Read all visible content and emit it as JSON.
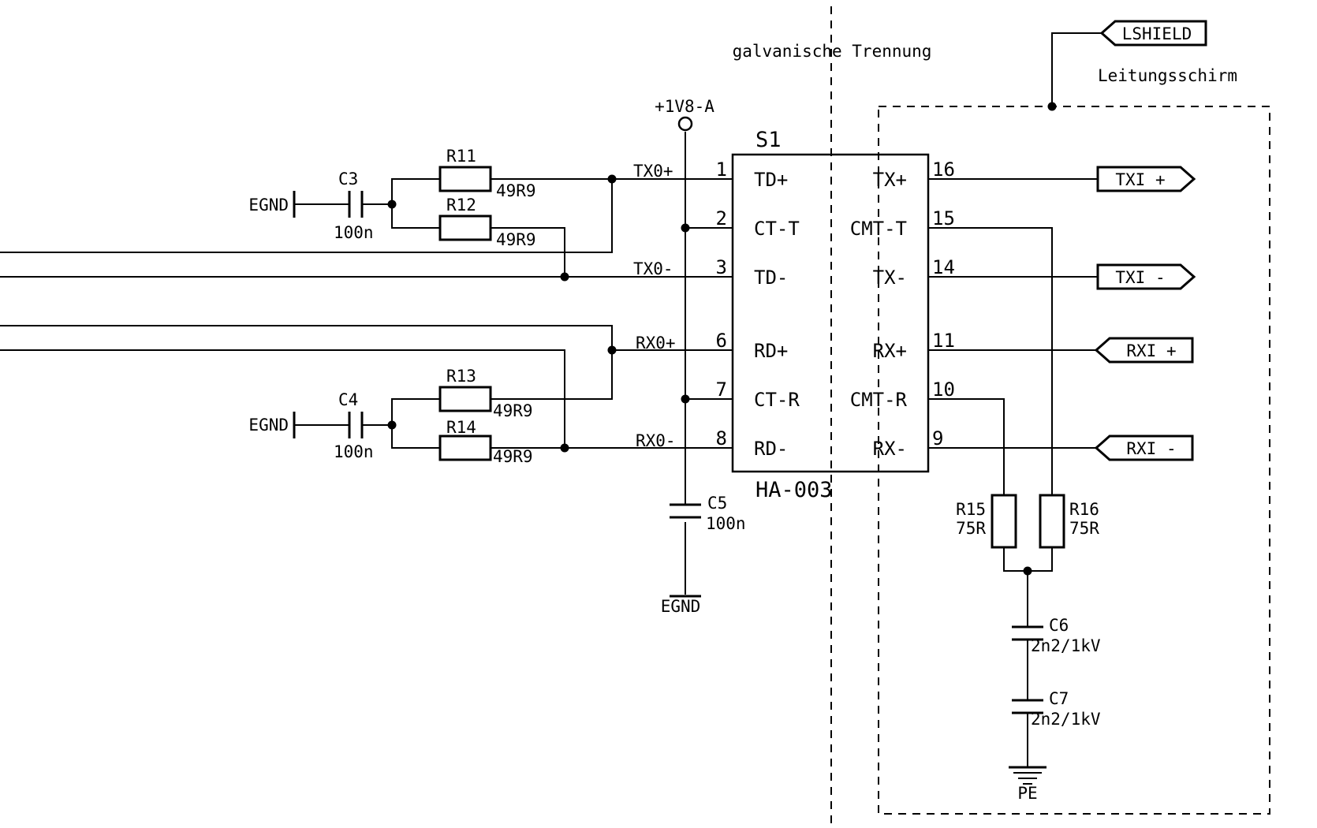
{
  "labels": {
    "galvanic": "galvanische Trennung",
    "shield_desc": "Leitungsschirm",
    "power": "+1V8-A",
    "egnd_c3": "EGND",
    "egnd_c4": "EGND",
    "egnd_bottom": "EGND",
    "pe": "PE"
  },
  "ic": {
    "ref": "S1",
    "part": "HA-003",
    "left_pins": [
      {
        "num": "1",
        "name": "TD+",
        "net": "TX0+"
      },
      {
        "num": "2",
        "name": "CT-T",
        "net": ""
      },
      {
        "num": "3",
        "name": "TD-",
        "net": "TX0-"
      },
      {
        "num": "6",
        "name": "RD+",
        "net": "RX0+"
      },
      {
        "num": "7",
        "name": "CT-R",
        "net": ""
      },
      {
        "num": "8",
        "name": "RD-",
        "net": "RX0-"
      }
    ],
    "right_pins": [
      {
        "num": "16",
        "name": "TX+"
      },
      {
        "num": "15",
        "name": "CMT-T"
      },
      {
        "num": "14",
        "name": "TX-"
      },
      {
        "num": "11",
        "name": "RX+"
      },
      {
        "num": "10",
        "name": "CMT-R"
      },
      {
        "num": "9",
        "name": "RX-"
      }
    ]
  },
  "components": {
    "R11": {
      "ref": "R11",
      "value": "49R9"
    },
    "R12": {
      "ref": "R12",
      "value": "49R9"
    },
    "R13": {
      "ref": "R13",
      "value": "49R9"
    },
    "R14": {
      "ref": "R14",
      "value": "49R9"
    },
    "R15": {
      "ref": "R15",
      "value": "75R"
    },
    "R16": {
      "ref": "R16",
      "value": "75R"
    },
    "C3": {
      "ref": "C3",
      "value": "100n"
    },
    "C4": {
      "ref": "C4",
      "value": "100n"
    },
    "C5": {
      "ref": "C5",
      "value": "100n"
    },
    "C6": {
      "ref": "C6",
      "value": "2n2/1kV"
    },
    "C7": {
      "ref": "C7",
      "value": "2n2/1kV"
    }
  },
  "ports": {
    "lshield": "LSHIELD",
    "txi_p": "TXI +",
    "txi_n": "TXI -",
    "rxi_p": "RXI +",
    "rxi_n": "RXI -"
  }
}
